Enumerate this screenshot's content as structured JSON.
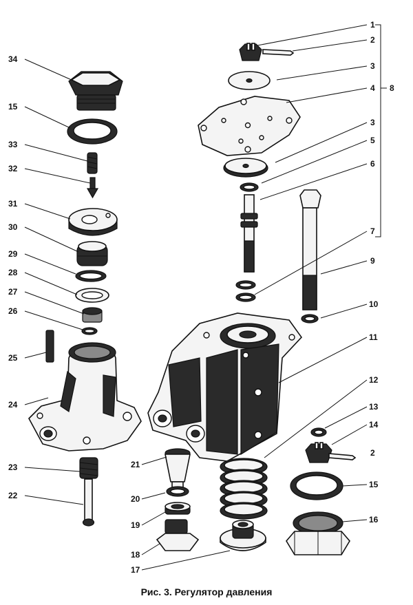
{
  "caption": "Рис. 3. Регулятор давления",
  "callouts": [
    "1",
    "2",
    "3",
    "4",
    "8",
    "3",
    "5",
    "6",
    "7",
    "9",
    "10",
    "11",
    "12",
    "13",
    "14",
    "2",
    "15",
    "16",
    "34",
    "15",
    "33",
    "32",
    "31",
    "30",
    "29",
    "28",
    "27",
    "26",
    "25",
    "24",
    "23",
    "22",
    "21",
    "20",
    "19",
    "18",
    "17"
  ]
}
